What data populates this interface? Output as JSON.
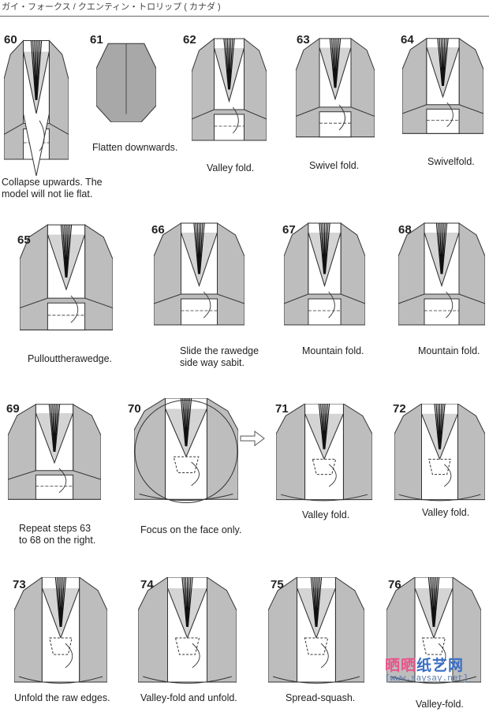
{
  "header": {
    "title": "ガイ・フォークス / クエンティン・トロリップ ( カナダ )"
  },
  "colors": {
    "paper_grey": "#bdbdbd",
    "paper_white": "#ffffff",
    "line": "#333333",
    "watermark_pink": "#e8558a",
    "watermark_blue": "#3a6fc4"
  },
  "steps": [
    {
      "number": "60",
      "caption": [
        "Collapse upwards. The",
        "model will not lie flat."
      ]
    },
    {
      "number": "61",
      "caption": [
        "Flatten downwards."
      ]
    },
    {
      "number": "62",
      "caption": [
        "Valley fold."
      ]
    },
    {
      "number": "63",
      "caption": [
        "Swivel fold."
      ]
    },
    {
      "number": "64",
      "caption": [
        "Swivelfold."
      ]
    },
    {
      "number": "65",
      "caption": [
        "Pullouttherawedge."
      ]
    },
    {
      "number": "66",
      "caption": [
        "Slide the rawedge",
        "side way sabit."
      ]
    },
    {
      "number": "67",
      "caption": [
        "Mountain fold."
      ]
    },
    {
      "number": "68",
      "caption": [
        "Mountain fold."
      ]
    },
    {
      "number": "69",
      "caption": [
        "Repeat steps 63",
        "to 68 on the right."
      ]
    },
    {
      "number": "70",
      "caption": [
        "Focus on the face only."
      ]
    },
    {
      "number": "71",
      "caption": [
        "Valley fold."
      ]
    },
    {
      "number": "72",
      "caption": [
        "Valley fold."
      ]
    },
    {
      "number": "73",
      "caption": [
        "Unfold the raw edges."
      ]
    },
    {
      "number": "74",
      "caption": [
        "Valley-fold and unfold."
      ]
    },
    {
      "number": "75",
      "caption": [
        "Spread-squash."
      ]
    },
    {
      "number": "76",
      "caption": [
        "Valley-fold."
      ]
    }
  ],
  "watermark": {
    "logo_pink": "晒晒",
    "logo_blue": "纸艺网",
    "url": "[www.saysay.net]"
  }
}
